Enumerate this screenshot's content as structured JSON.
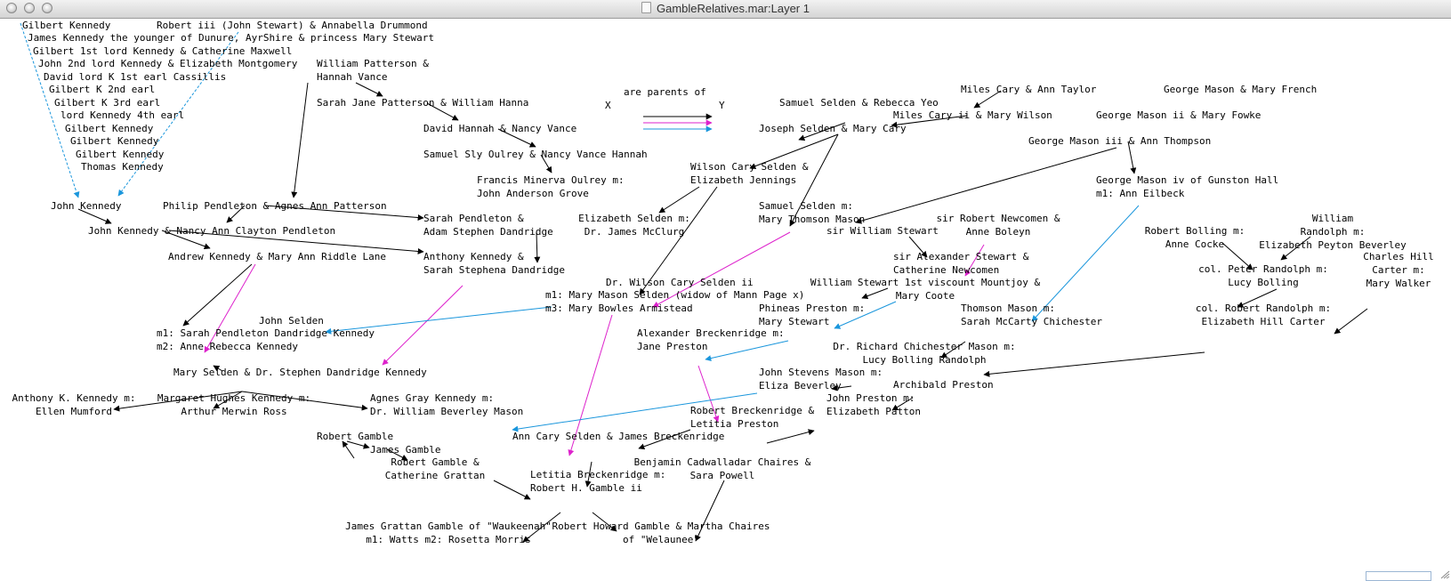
{
  "window": {
    "title": "GambleRelatives.mar:Layer 1"
  },
  "legend": {
    "caption": "are parents of",
    "x": "X",
    "y": "Y"
  },
  "colors": {
    "black": "#000000",
    "magenta": "#dd22cc",
    "blue": "#1a96dc"
  },
  "nodes": {
    "gilbert_kennedy_top": "Gilbert Kennedy",
    "robert_iii": "Robert iii (John Stewart) & Annabella Drummond",
    "james_kennedy_younger": "James Kennedy the younger of Dunure, AyrShire & princess Mary Stewart",
    "gilbert_1st_lord": "Gilbert 1st lord Kennedy & Catherine Maxwell",
    "john_2nd_lord": "John 2nd lord Kennedy & Elizabeth Montgomery",
    "david_lord": "David lord K 1st earl Cassillis",
    "gilbert_2nd_earl": "Gilbert K 2nd earl",
    "gilbert_3rd_earl": "Gilbert K 3rd earl",
    "lord_kennedy_4th": "lord Kennedy 4th earl",
    "gilbert_kennedy_a": "Gilbert Kennedy",
    "gilbert_kennedy_b": "Gilbert Kennedy",
    "gilbert_kennedy_c": "Gilbert Kennedy",
    "thomas_kennedy": "Thomas Kennedy",
    "william_patterson": "William Patterson &\nHannah Vance",
    "sarah_jane_patterson": "Sarah Jane Patterson & William Hanna",
    "david_hannah": "David Hannah & Nancy Vance",
    "samuel_sly_oulrey": "Samuel Sly Oulrey & Nancy Vance Hannah",
    "francis_minerva": "Francis Minerva Oulrey m:\nJohn Anderson Grove",
    "john_kennedy": "John Kennedy",
    "philip_pendleton": "Philip Pendleton & Agnes Ann Patterson",
    "john_kennedy_nancy": "John Kennedy & Nancy Ann Clayton Pendleton",
    "sarah_pendleton": "Sarah Pendleton &\nAdam Stephen Dandridge",
    "andrew_kennedy": "Andrew Kennedy & Mary Ann Riddle Lane",
    "anthony_kennedy_sarah": "Anthony Kennedy &\nSarah Stephena Dandridge",
    "john_selden": "John Selden",
    "sarah_pendleton_kennedy": "m1: Sarah Pendleton Dandridge Kennedy\nm2: Anne Rebecca Kennedy",
    "mary_selden": "Mary Selden & Dr. Stephen Dandridge Kennedy",
    "anthony_k_kennedy": "Anthony K. Kennedy m:\nEllen Mumford",
    "margaret_hughes": "Margaret Hughes Kennedy m:\nArthur Merwin Ross",
    "agnes_gray": "Agnes Gray Kennedy m:\nDr. William Beverley Mason",
    "robert_gamble": "Robert Gamble",
    "james_gamble": "James Gamble",
    "robert_gamble_catherine": "Robert Gamble &\nCatherine Grattan",
    "ann_cary_selden": "Ann Cary Selden & James Breckenridge",
    "letitia_breckenridge": "Letitia Breckenridge m:\nRobert H. Gamble ii",
    "james_grattan_gamble": "James Grattan Gamble of \"Waukeenah\"\nm1: Watts m2: Rosetta Morris",
    "robert_howard_gamble": "Robert Howard Gamble & Martha Chaires\nof \"Welaunee\"",
    "benjamin_chaires": "Benjamin Cadwalladar Chaires &\nSara Powell",
    "samuel_selden_rebecca": "Samuel Selden & Rebecca Yeo",
    "joseph_selden": "Joseph Selden & Mary Cary",
    "miles_cary_taylor": "Miles Cary & Ann Taylor",
    "miles_cary_ii": "Miles Cary ii & Mary Wilson",
    "wilson_cary_selden": "Wilson Cary Selden &\nElizabeth Jennings",
    "elizabeth_selden": "Elizabeth Selden m:\nDr. James McClurg",
    "samuel_selden_mary": "Samuel Selden m:\nMary Thomson Mason",
    "dr_wilson_cary_selden": "Dr. Wilson Cary Selden ii",
    "mary_mason_selden": "m1: Mary Mason Selden (widow of Mann Page x)\nm3: Mary Bowles Armistead",
    "sir_william_stewart": "sir William Stewart",
    "sir_robert_newcomen": "sir Robert Newcomen &\nAnne Boleyn",
    "sir_alexander_stewart": "sir Alexander Stewart &\nCatherine Newcomen",
    "william_stewart_1st": "William Stewart 1st viscount Mountjoy &\nMary Coote",
    "phineas_preston": "Phineas Preston m:\nMary Stewart",
    "alexander_breckenridge": "Alexander Breckenridge m:\nJane Preston",
    "robert_breckenridge": "Robert Breckenridge &\nLetitia Preston",
    "john_stevens_mason": "John Stevens Mason m:\nEliza Beverley",
    "archibald_preston": "Archibald Preston",
    "john_preston": "John Preston m:\nElizabeth Patton",
    "george_mason_french": "George Mason & Mary French",
    "george_mason_ii": "George Mason ii & Mary Fowke",
    "george_mason_iii": "George Mason iii & Ann Thompson",
    "george_mason_iv": "George Mason iv of Gunston Hall\nm1: Ann Eilbeck",
    "thomson_mason": "Thomson Mason m:\nSarah McCarty Chichester",
    "dr_richard_mason": "Dr. Richard Chichester Mason m:\nLucy Bolling Randolph",
    "robert_bolling": "Robert Bolling m:\nAnne Cocke",
    "william_randolph": "William\nRandolph m:\nElizabeth Peyton Beverley",
    "charles_hill_carter": "Charles Hill\nCarter m:\nMary Walker",
    "col_peter_randolph": "col. Peter Randolph m:\nLucy Bolling",
    "col_robert_randolph": "col. Robert Randolph m:\nElizabeth Hill Carter"
  }
}
